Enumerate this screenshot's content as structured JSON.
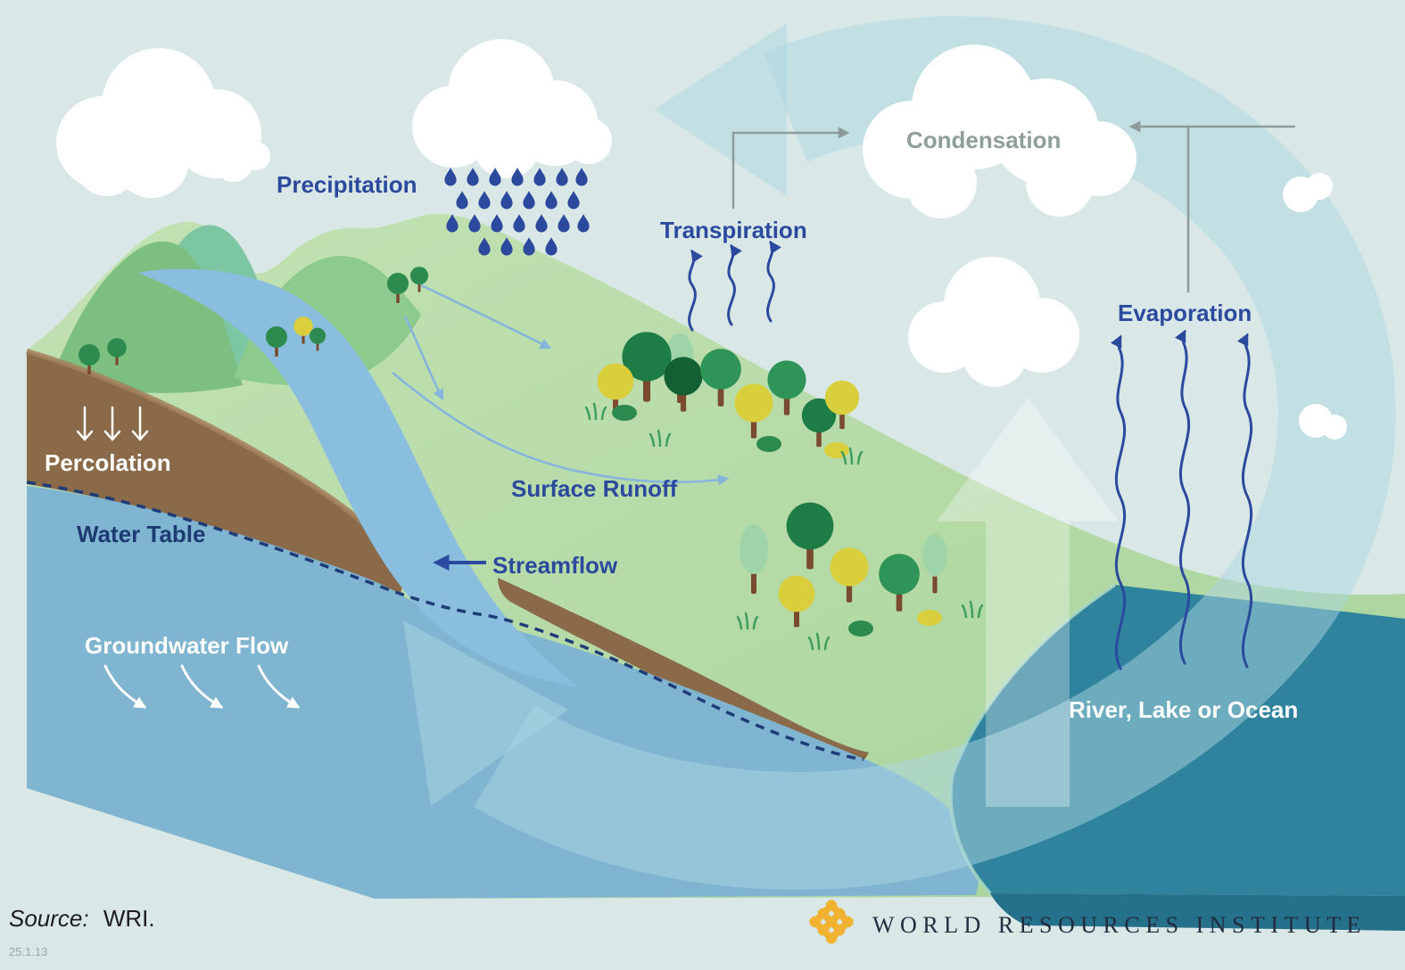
{
  "labels": {
    "precipitation": "Precipitation",
    "condensation": "Condensation",
    "transpiration": "Transpiration",
    "evaporation": "Evaporation",
    "percolation": "Percolation",
    "water_table": "Water Table",
    "surface_runoff": "Surface Runoff",
    "streamflow": "Streamflow",
    "groundwater_flow": "Groundwater Flow",
    "river_lake_ocean": "River, Lake or Ocean"
  },
  "footer": {
    "source_prefix": "Source:",
    "source_value": "WRI.",
    "figure_number": "25.1.13",
    "org_name": "WORLD RESOURCES INSTITUTE"
  },
  "colors": {
    "label_blue": "#2b4a9e",
    "label_gray": "#8f9d9b",
    "label_white": "#ffffff",
    "label_navy": "#1e3a72",
    "org_navy": "#222c3e",
    "logo_yellow": "#f2b231",
    "figure_gray": "#9aa8a8",
    "source_black": "#1c1c1c"
  }
}
